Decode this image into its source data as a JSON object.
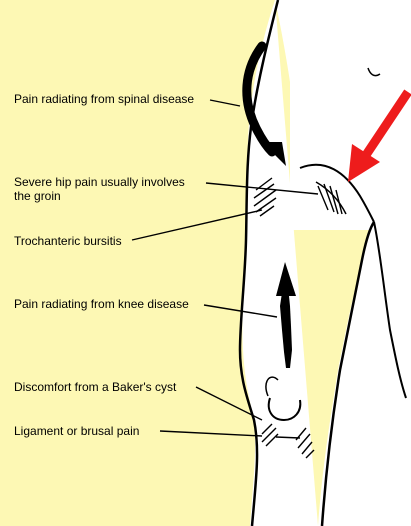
{
  "colors": {
    "background": "#fdf8b4",
    "body": "#ffffff",
    "outline": "#000000",
    "red_arrow": "#ee1c1c"
  },
  "labels": {
    "spinal": "Pain radiating from spinal disease",
    "hip_line1": "Severe hip pain usually involves",
    "hip_line2": "the groin",
    "trochanteric": "Trochanteric bursitis",
    "knee": "Pain radiating from knee disease",
    "bakers": "Discomfort from a Baker's cyst",
    "ligament": "Ligament or brusal pain"
  }
}
